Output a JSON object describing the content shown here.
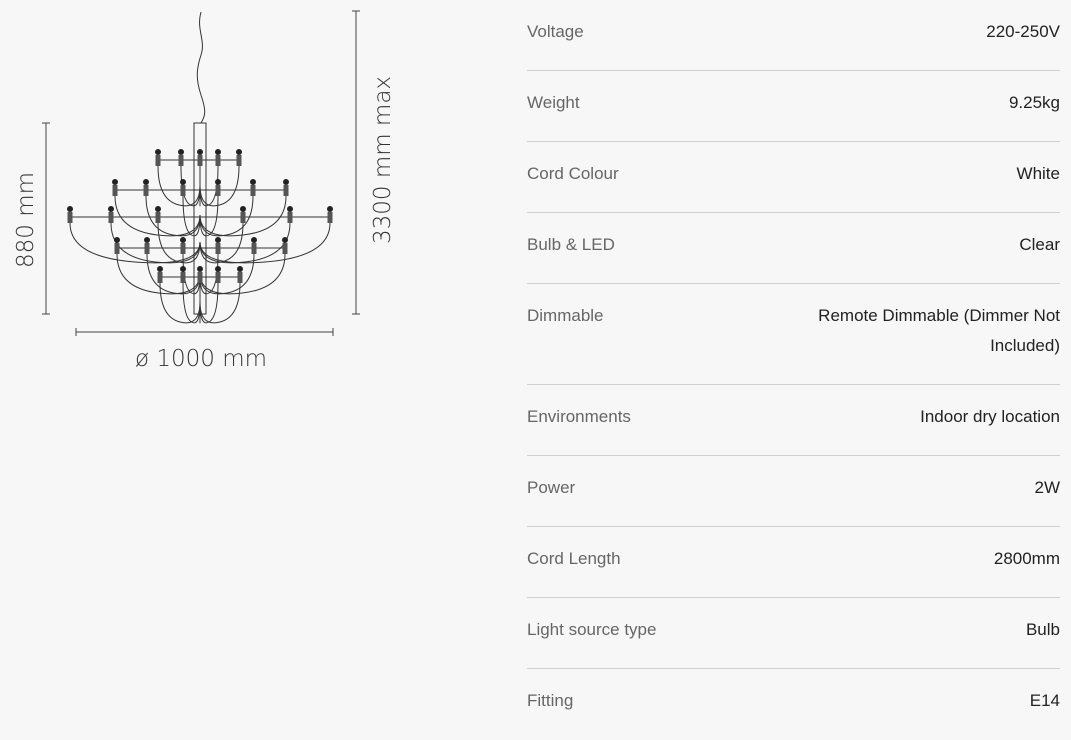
{
  "dimensions": {
    "height": "880 mm",
    "total_height": "3300 mm max",
    "diameter": "ø 1000 mm"
  },
  "specs": [
    {
      "label": "Voltage",
      "value": "220-250V"
    },
    {
      "label": "Weight",
      "value": "9.25kg"
    },
    {
      "label": "Cord Colour",
      "value": "White"
    },
    {
      "label": "Bulb & LED",
      "value": "Clear"
    },
    {
      "label": "Dimmable",
      "value": "Remote Dimmable (Dimmer Not Included)"
    },
    {
      "label": "Environments",
      "value": "Indoor dry location"
    },
    {
      "label": "Power",
      "value": "2W"
    },
    {
      "label": "Cord Length",
      "value": "2800mm"
    },
    {
      "label": "Light source type",
      "value": "Bulb"
    },
    {
      "label": "Fitting",
      "value": "E14"
    }
  ]
}
